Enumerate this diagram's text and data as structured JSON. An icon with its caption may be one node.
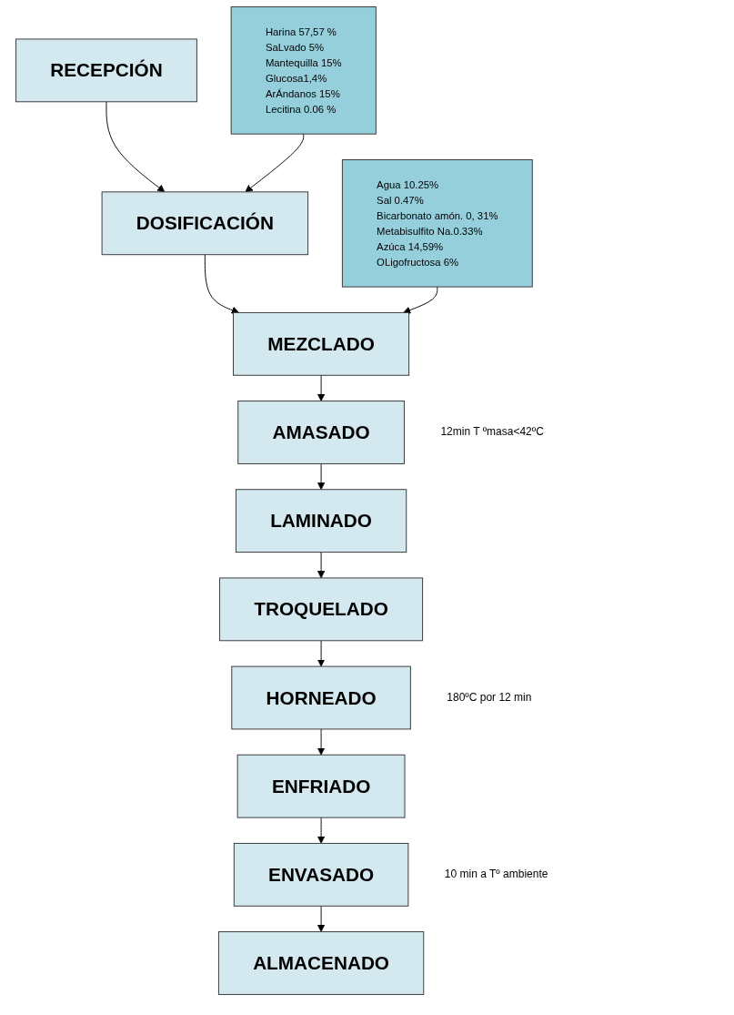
{
  "diagram": {
    "nodes": [
      {
        "text": [
          "RECEPCIÓN"
        ]
      },
      {
        "text": [
          "Harina 57,57 %",
          "SaLvado 5%",
          "Mantequilla 15%",
          "Glucosa1,4%",
          "ArÁndanos 15%",
          "Lecitina 0.06 %"
        ]
      },
      {
        "text": [
          "DOSIFICACIÓN"
        ]
      },
      {
        "text": [
          "Agua 10.25%",
          "Sal 0.47%",
          "Bicarbonato amón. 0, 31%",
          "Metabisulfito Na.0.33%",
          "Azúca 14,59%",
          "OLigofructosa 6%"
        ]
      },
      {
        "text": [
          "MEZCLADO"
        ]
      },
      {
        "text": [
          "AMASADO"
        ],
        "beside": [
          "12min T ºmasa<42ºC"
        ]
      },
      {
        "text": [
          "LAMINADO"
        ]
      },
      {
        "text": [
          "TROQUELADO"
        ]
      },
      {
        "text": [
          "HORNEADO"
        ],
        "beside": [
          "180ºC por  12 min"
        ]
      },
      {
        "text": [
          "ENFRIADO"
        ]
      },
      {
        "text": [
          "ENVASADO"
        ],
        "beside": [
          "10 min  a Tº ambiente"
        ]
      },
      {
        "text": [
          "ALMACENADO"
        ]
      }
    ],
    "edges": [
      {
        "from": 0,
        "to": 2,
        "arrow": "to"
      },
      {
        "from": 1,
        "to": 2,
        "arrow": "to"
      },
      {
        "from": 2,
        "to": 4,
        "arrow": "to"
      },
      {
        "from": 3,
        "to": 4,
        "arrow": "to"
      },
      {
        "from": 4,
        "to": 5,
        "arrow": "to"
      },
      {
        "from": 5,
        "to": 6,
        "arrow": "to"
      },
      {
        "from": 6,
        "to": 7,
        "arrow": "to"
      },
      {
        "from": 7,
        "to": 8,
        "arrow": "to"
      },
      {
        "from": 8,
        "to": 9,
        "arrow": "to"
      },
      {
        "from": 9,
        "to": 10,
        "arrow": "to"
      },
      {
        "from": 10,
        "to": 11,
        "arrow": "to"
      }
    ]
  }
}
